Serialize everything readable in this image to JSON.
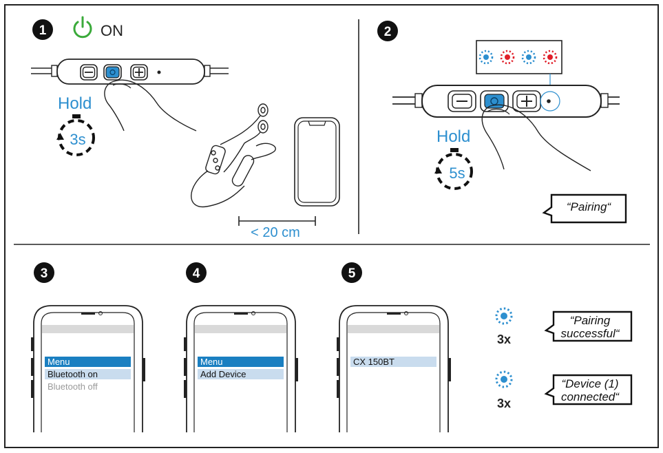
{
  "steps": [
    {
      "number": "1",
      "power_label": "ON",
      "hold_label": "Hold",
      "hold_time": "3s",
      "distance_label": "< 20 cm"
    },
    {
      "number": "2",
      "hold_label": "Hold",
      "hold_time": "5s",
      "bubble": "“Pairing“"
    },
    {
      "number": "3",
      "menu_title": "Menu",
      "menu_items": [
        "Bluetooth on",
        "Bluetooth off"
      ]
    },
    {
      "number": "4",
      "menu_title": "Menu",
      "menu_items": [
        "Add Device"
      ]
    },
    {
      "number": "5",
      "device_name": "CX 150BT"
    }
  ],
  "status": [
    {
      "count": "3x",
      "bubble_line1": "“Pairing",
      "bubble_line2": "successful“"
    },
    {
      "count": "3x",
      "bubble_line1": "“Device (1)",
      "bubble_line2": "connected“"
    }
  ],
  "led_sequence": [
    "blue",
    "red",
    "blue",
    "red"
  ],
  "colors": {
    "accent_blue": "#2d8fcf",
    "led_red": "#e0202a",
    "power_green": "#3aaa3a",
    "menu_blue": "#1a7fc1",
    "menu_light": "#c9dcee"
  }
}
